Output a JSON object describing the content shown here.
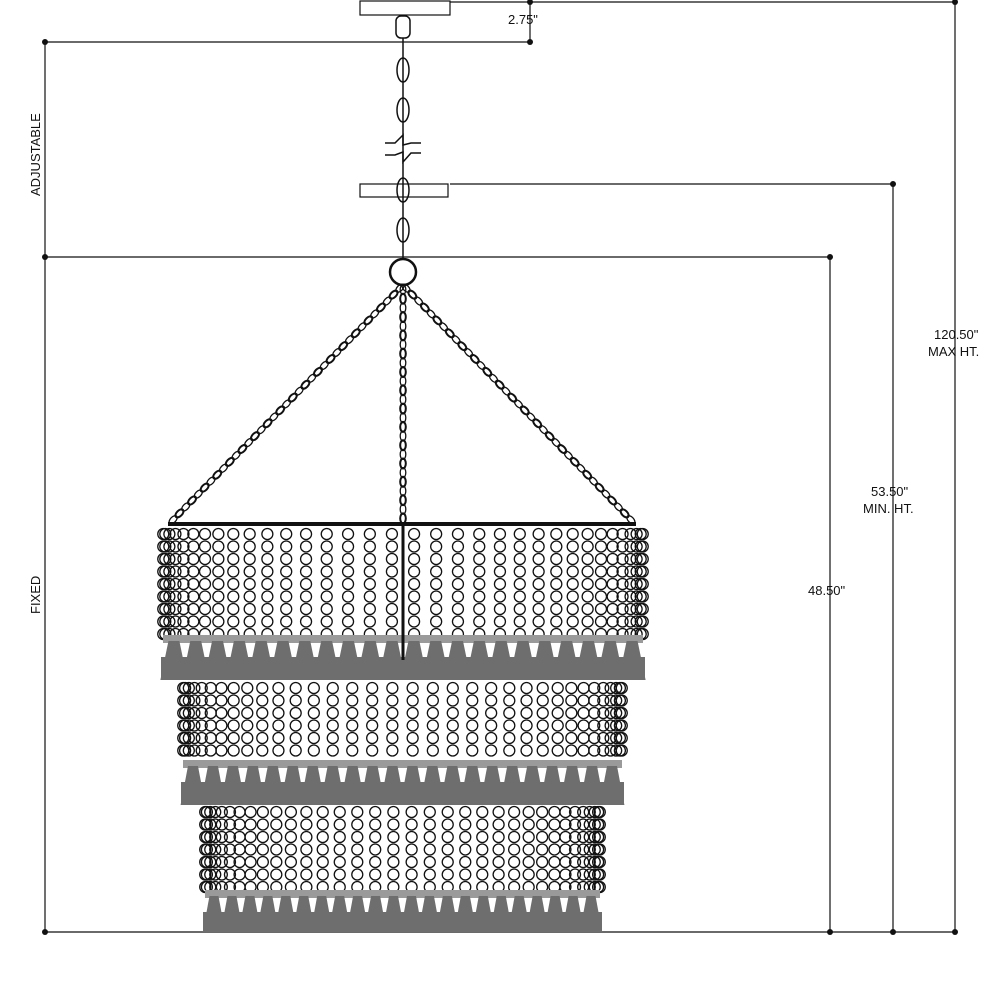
{
  "dimensions": {
    "canopy_height": "2.75\"",
    "adjustable_label": "ADJUSTABLE",
    "fixed_label": "FIXED",
    "max_height_value": "120.50\"",
    "max_height_label": "MAX HT.",
    "min_height_value": "53.50\"",
    "min_height_label": "MIN. HT.",
    "fixture_height": "48.50\""
  },
  "colors": {
    "line": "#111111",
    "tassel": "#6e6e6e"
  }
}
